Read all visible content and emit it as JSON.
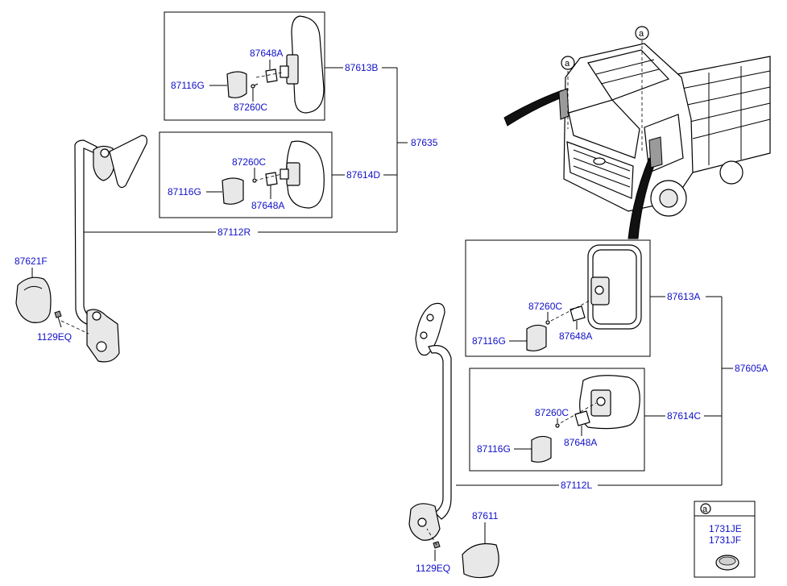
{
  "labels": {
    "mirror_rh_upper": "87613B",
    "bracket_rh_upper": "87648A",
    "cover_rh_upper": "87116G",
    "screw_rh_upper": "87260C",
    "assy_rh": "87635",
    "screw_rh_lower": "87260C",
    "mirror_rh_lower": "87614D",
    "cover_rh_lower": "87116G",
    "bracket_rh_lower": "87648A",
    "stay_rh": "87112R",
    "garnish_rh": "87621F",
    "bolt_rh": "1129EQ",
    "mirror_lh_upper": "87613A",
    "screw_lh_upper": "87260C",
    "cover_lh_upper": "87116G",
    "bracket_lh_upper": "87648A",
    "assy_lh": "87605A",
    "screw_lh_lower": "87260C",
    "mirror_lh_lower": "87614C",
    "cover_lh_lower": "87116G",
    "bracket_lh_lower": "87648A",
    "stay_lh": "87112L",
    "garnish_lh": "87611",
    "bolt_lh": "1129EQ",
    "ref_a1": "a",
    "ref_a2": "a",
    "inset_ref": "a",
    "inset_part1": "1731JE",
    "inset_part2": "1731JF"
  }
}
